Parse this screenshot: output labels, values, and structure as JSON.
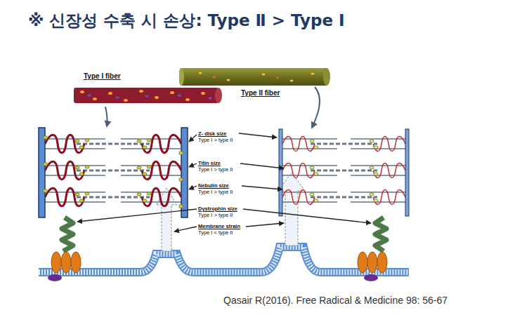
{
  "diagram": {
    "title": "※ 신장성 수축 시 손상: Type Ⅱ > Type I",
    "caption": "Qasair R(2016). Free Radical & Medicine 98: 56-67",
    "nodes": [
      {
        "text": [
          "Type I fiber"
        ]
      },
      {
        "text": [
          "Type II fiber"
        ]
      }
    ],
    "labels": [
      "Z- disk size",
      "Type I > type II",
      "Titin size",
      "Type I > type II",
      "Nebulin size",
      "Type I > type II",
      "Dystrophin size",
      "Type I > type II",
      "Membrane strain",
      "Type I < type II"
    ]
  }
}
